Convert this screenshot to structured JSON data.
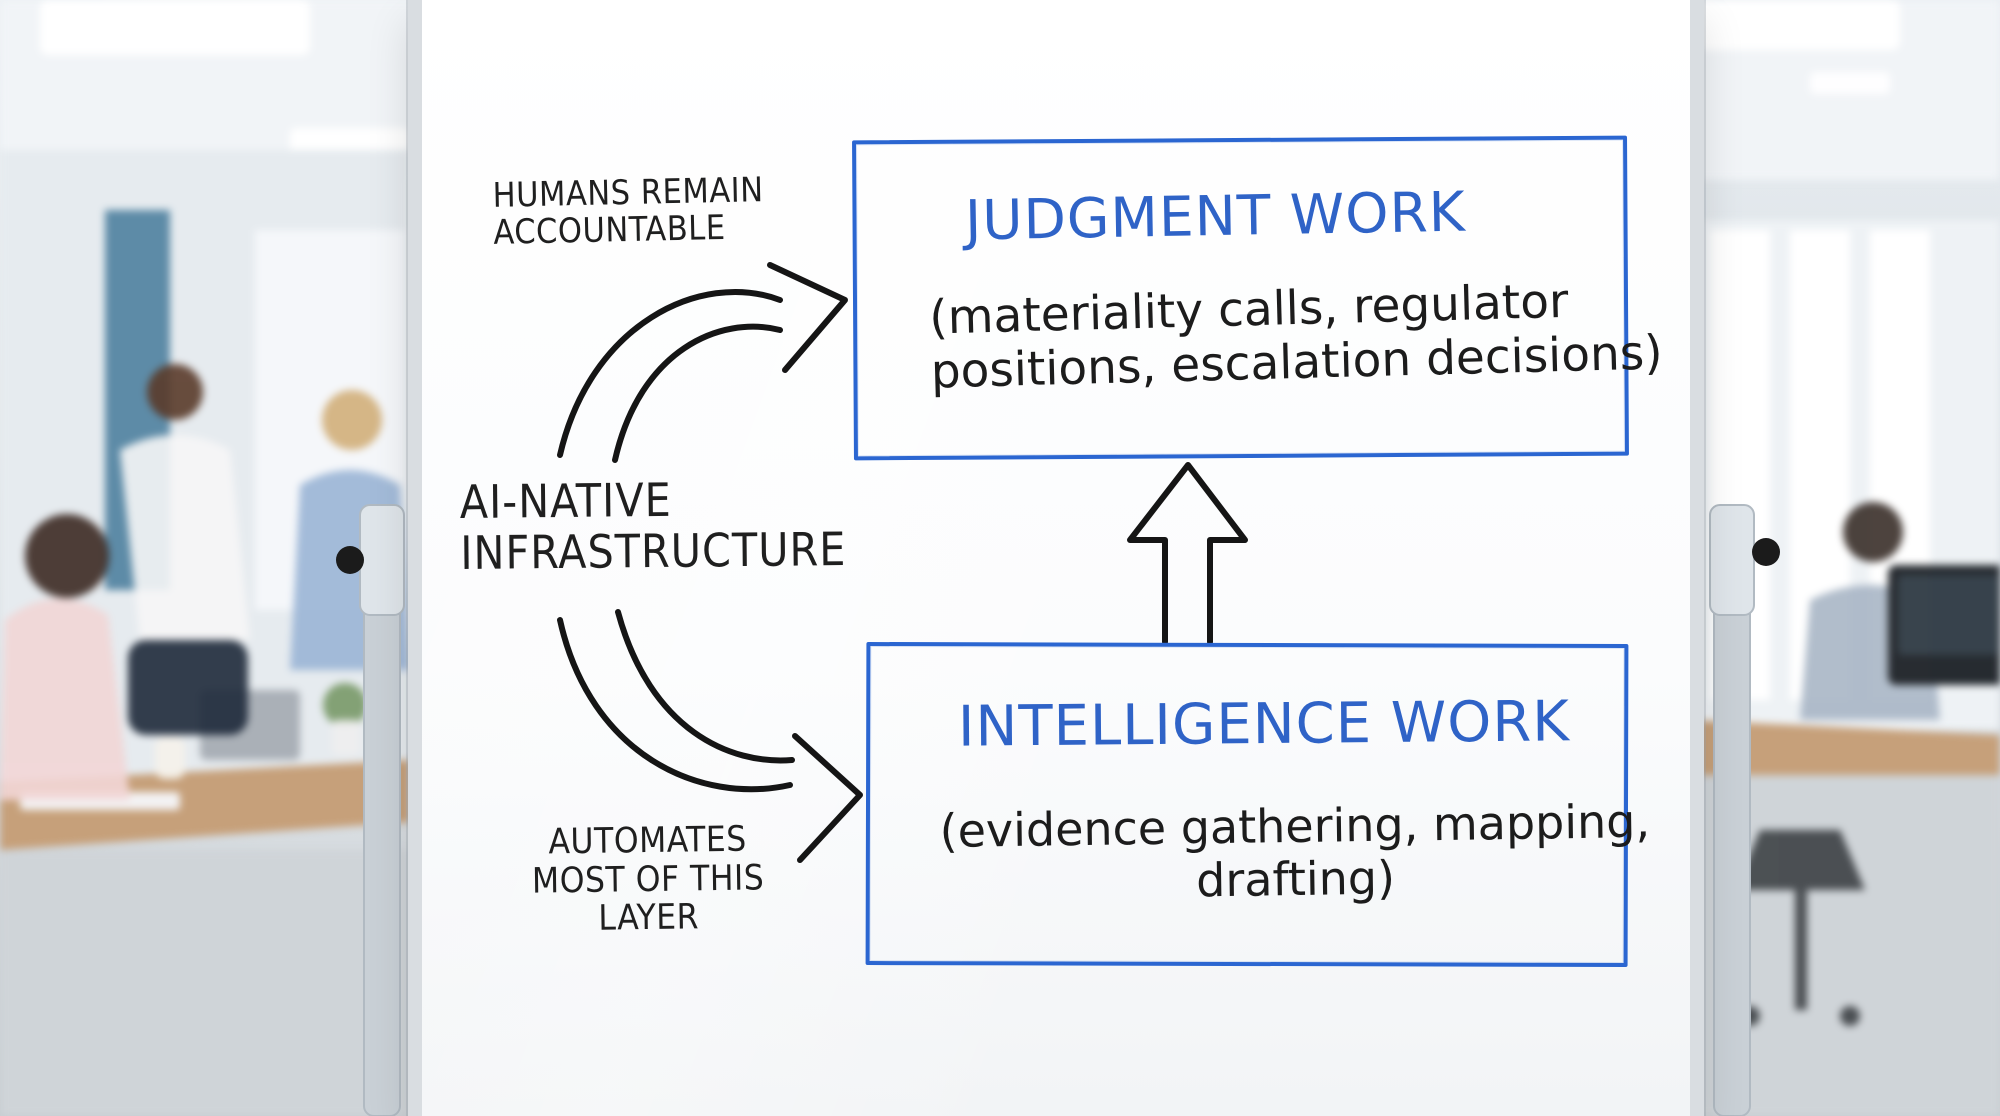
{
  "whiteboard": {
    "left_notes": {
      "humans_remain_accountable": "HUMANS REMAIN\nACCOUNTABLE",
      "ai_native_infrastructure": "AI-NATIVE\nINFRASTRUCTURE",
      "automates_most_of_this_layer": "AUTOMATES\nMOST OF THIS\nLAYER"
    },
    "top_box": {
      "title": "JUDGMENT WORK",
      "details": "(materiality calls, regulator\npositions, escalation decisions)"
    },
    "bottom_box": {
      "title": "INTELLIGENCE WORK",
      "details": "(evidence gathering, mapping,\ndrafting)"
    }
  },
  "colors": {
    "marker_blue": "#2b66d1",
    "marker_black": "#1f1f1f",
    "board_white": "#ffffff",
    "office_blue": "#2f6b8f"
  },
  "icons": {
    "up_arrow": "hollow-up-arrow",
    "curved_arrows": "hollow-curved-arrows"
  }
}
